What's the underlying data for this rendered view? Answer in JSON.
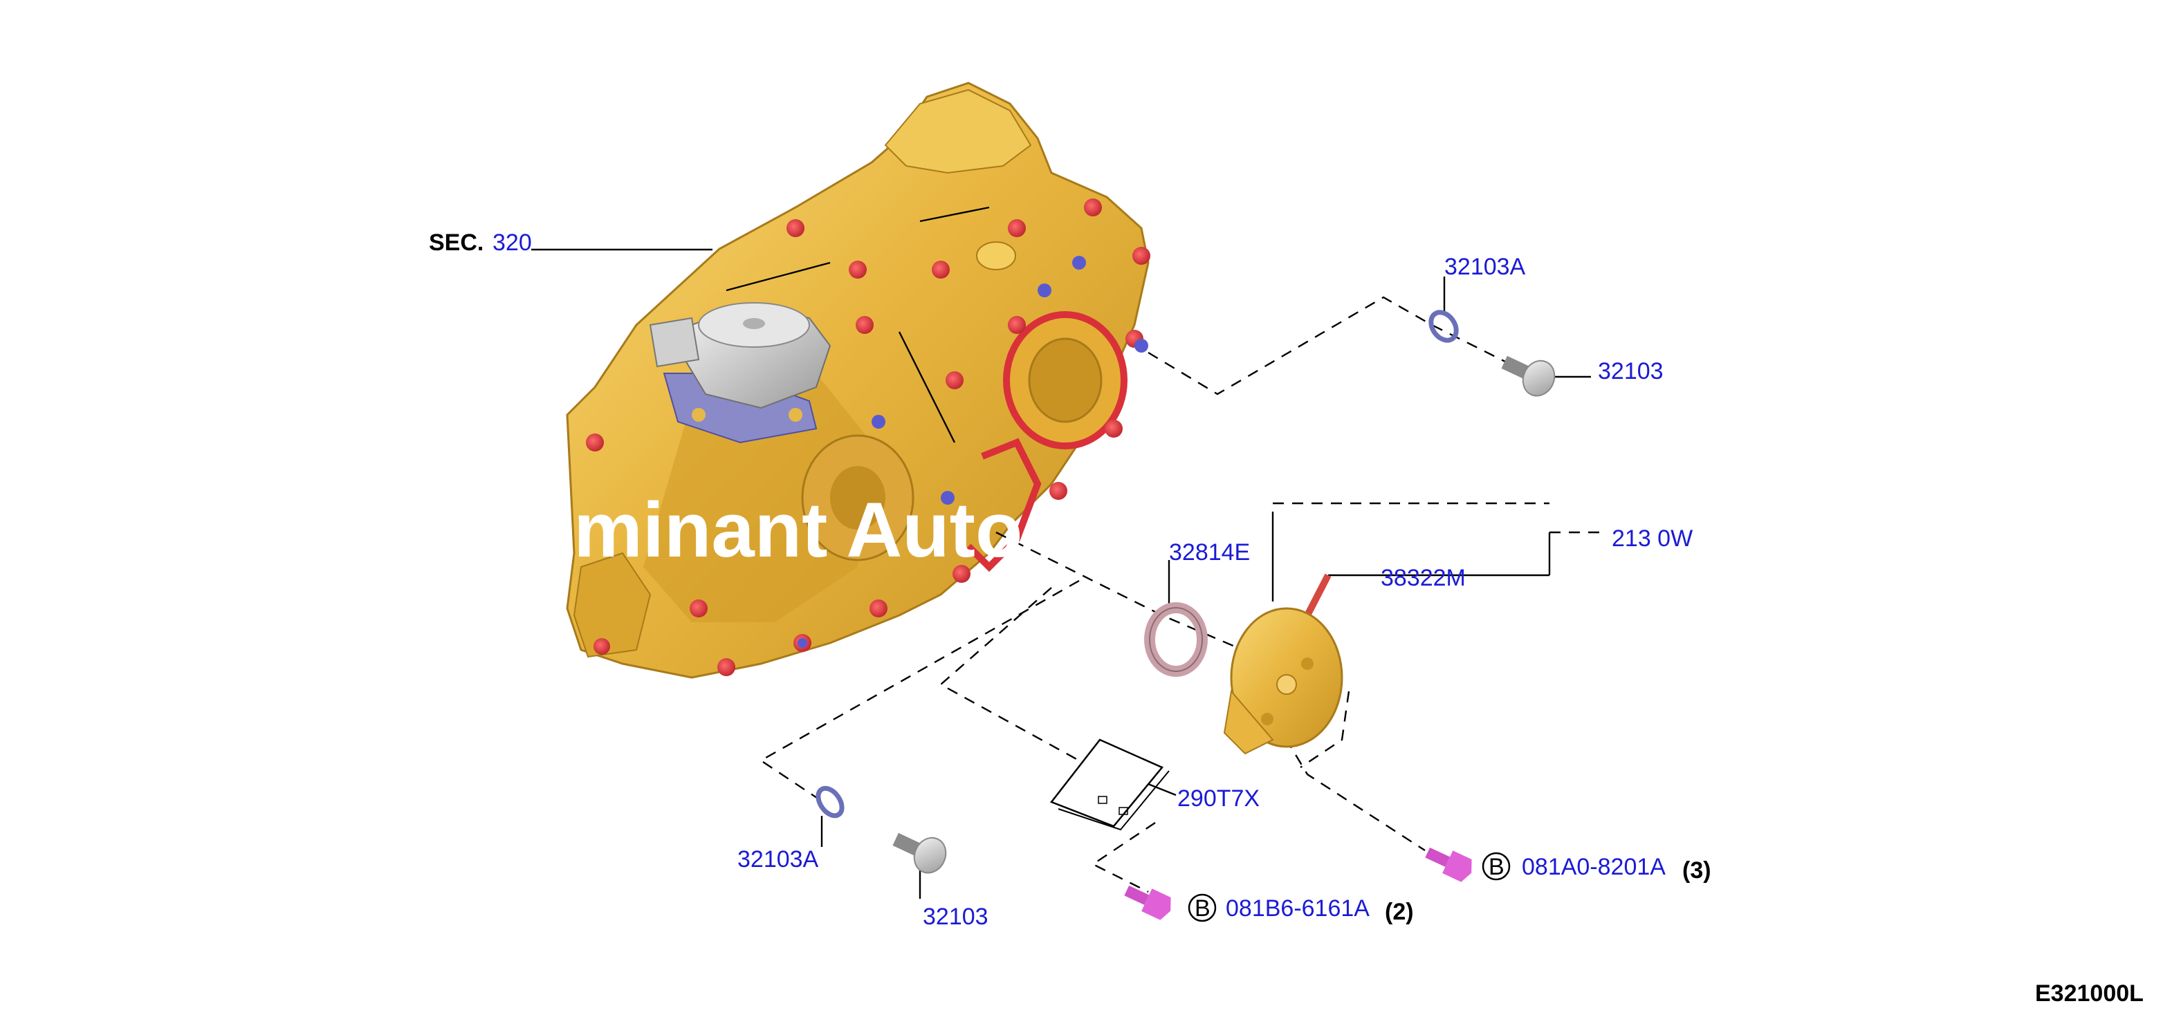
{
  "colors": {
    "case_body": "#e8b640",
    "case_shade": "#c99323",
    "case_light": "#f7d775",
    "bolt_red": "#d6303a",
    "bolt_blue": "#5a5ad0",
    "part_number_blue": "#1a1ad6",
    "pink_bolt": "#e060d8",
    "oring": "#6a70b8"
  },
  "labels": {
    "sec_prefix": "SEC.",
    "sec_number": "320",
    "p_32103A_top": "32103A",
    "p_32103_top": "32103",
    "p_32814E": "32814E",
    "p_38322M": "38322M",
    "p_213_0W": "213 0W",
    "p_290T7X": "290T7X",
    "p_32103A_bottom": "32103A",
    "p_32103_bottom": "32103",
    "bolt_ref_1_letter": "B",
    "bolt_ref_1_part": "081A0-8201A",
    "bolt_ref_1_qty": "(3)",
    "bolt_ref_2_letter": "B",
    "bolt_ref_2_part": "081B6-6161A",
    "bolt_ref_2_qty": "(2)",
    "figure_code": "E321000L"
  },
  "watermark": "Dominant Auto Parts"
}
